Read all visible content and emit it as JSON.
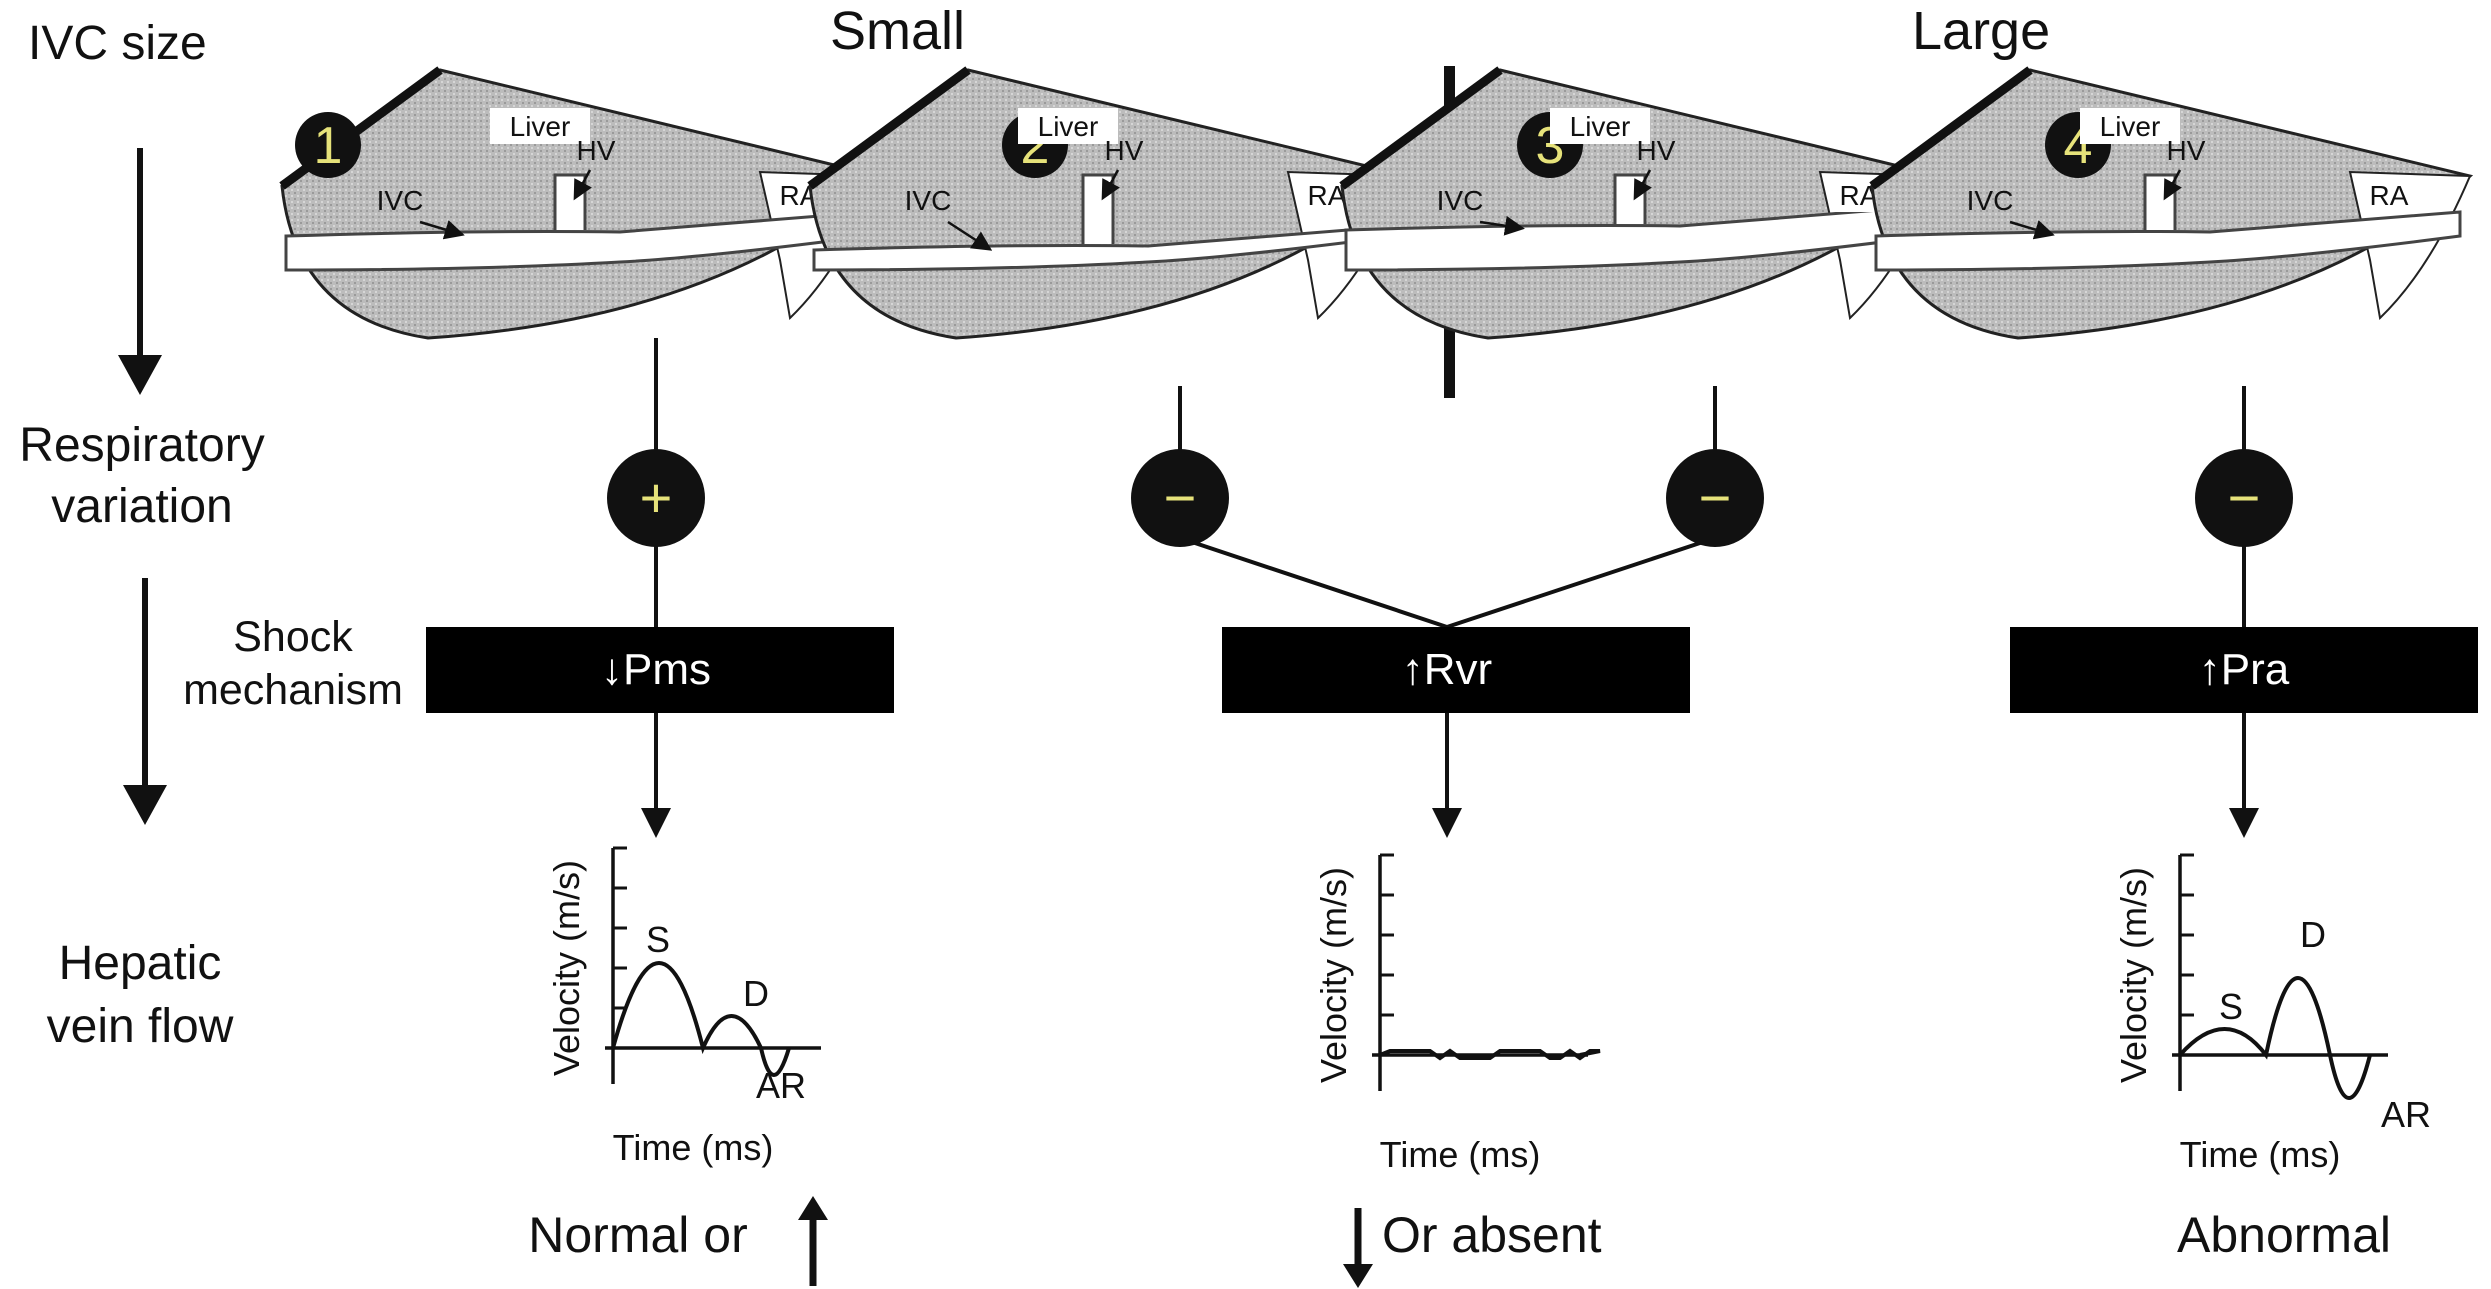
{
  "row_labels": {
    "ivc_size": "IVC size",
    "respiratory_variation": [
      "Respiratory",
      "variation"
    ],
    "shock_mechanism": [
      "Shock",
      "mechanism"
    ],
    "hepatic_vein_flow": [
      "Hepatic",
      "vein flow"
    ]
  },
  "size_labels": {
    "small": "Small",
    "large": "Large"
  },
  "ultrasound_labels": {
    "liver": "Liver",
    "hv": "HV",
    "ivc": "IVC",
    "ra": "RA"
  },
  "panels": [
    {
      "number": "1",
      "respiratory_sign": "+"
    },
    {
      "number": "2",
      "respiratory_sign": "−"
    },
    {
      "number": "3",
      "respiratory_sign": "−"
    },
    {
      "number": "4",
      "respiratory_sign": "−"
    }
  ],
  "mechanisms": [
    "↓Pms",
    "↑Rvr",
    "↑Pra"
  ],
  "flow_plots": [
    {
      "ylabel": "Velocity (m/s)",
      "xlabel": "Time (ms)",
      "labels": [
        "S",
        "D",
        "AR"
      ]
    },
    {
      "ylabel": "Velocity (m/s)",
      "xlabel": "Time (ms)",
      "labels": []
    },
    {
      "ylabel": "Velocity (m/s)",
      "xlabel": "Time (ms)",
      "labels": [
        "S",
        "D",
        "AR"
      ]
    }
  ],
  "outcomes": [
    "Normal or",
    "Or absent",
    "Abnormal"
  ],
  "colors": {
    "badge_text": "#e6e27a",
    "box": "#000000",
    "sector_fill": "#bcbcbc"
  }
}
